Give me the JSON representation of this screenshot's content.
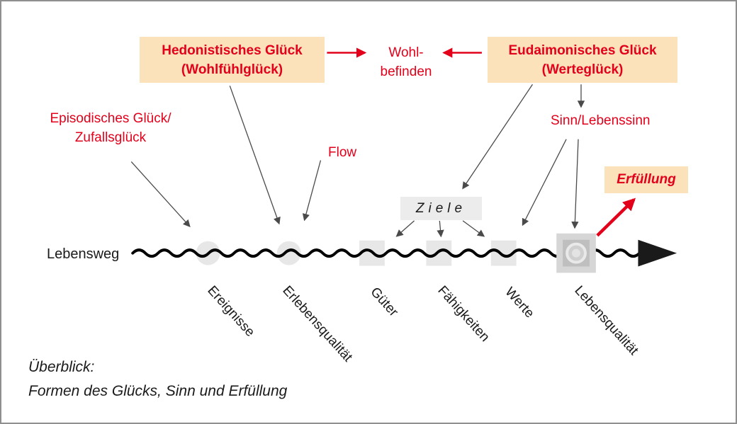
{
  "colors": {
    "red": "#e2001a",
    "beige": "#fbe2bb",
    "shape_gray": "#e7e7e7",
    "ziele_gray": "#ececec",
    "arrow_gray": "#4a4a4a",
    "ink": "#1a1a1a"
  },
  "boxes": {
    "hedonistic_line1": "Hedonistisches Glück",
    "hedonistic_line2": "(Wohlfühlglück)",
    "eudaimonic_line1": "Eudaimonisches Glück",
    "eudaimonic_line2": "(Werteglück)",
    "fulfillment": "Erfüllung",
    "goals": "Ziele"
  },
  "labels": {
    "wellbeing_line1": "Wohl-",
    "wellbeing_line2": "befinden",
    "episodic_line1": "Episodisches Glück/",
    "episodic_line2": "Zufallsglück",
    "flow": "Flow",
    "meaning": "Sinn/Lebenssinn",
    "life_path": "Lebensweg"
  },
  "axis_labels": [
    "Ereignisse",
    "Erlebensqualität",
    "Güter",
    "Fähigkeiten",
    "Werte",
    "Lebensqualität"
  ],
  "caption_line1": "Überblick:",
  "caption_line2": "Formen des Glücks, Sinn und Erfüllung"
}
